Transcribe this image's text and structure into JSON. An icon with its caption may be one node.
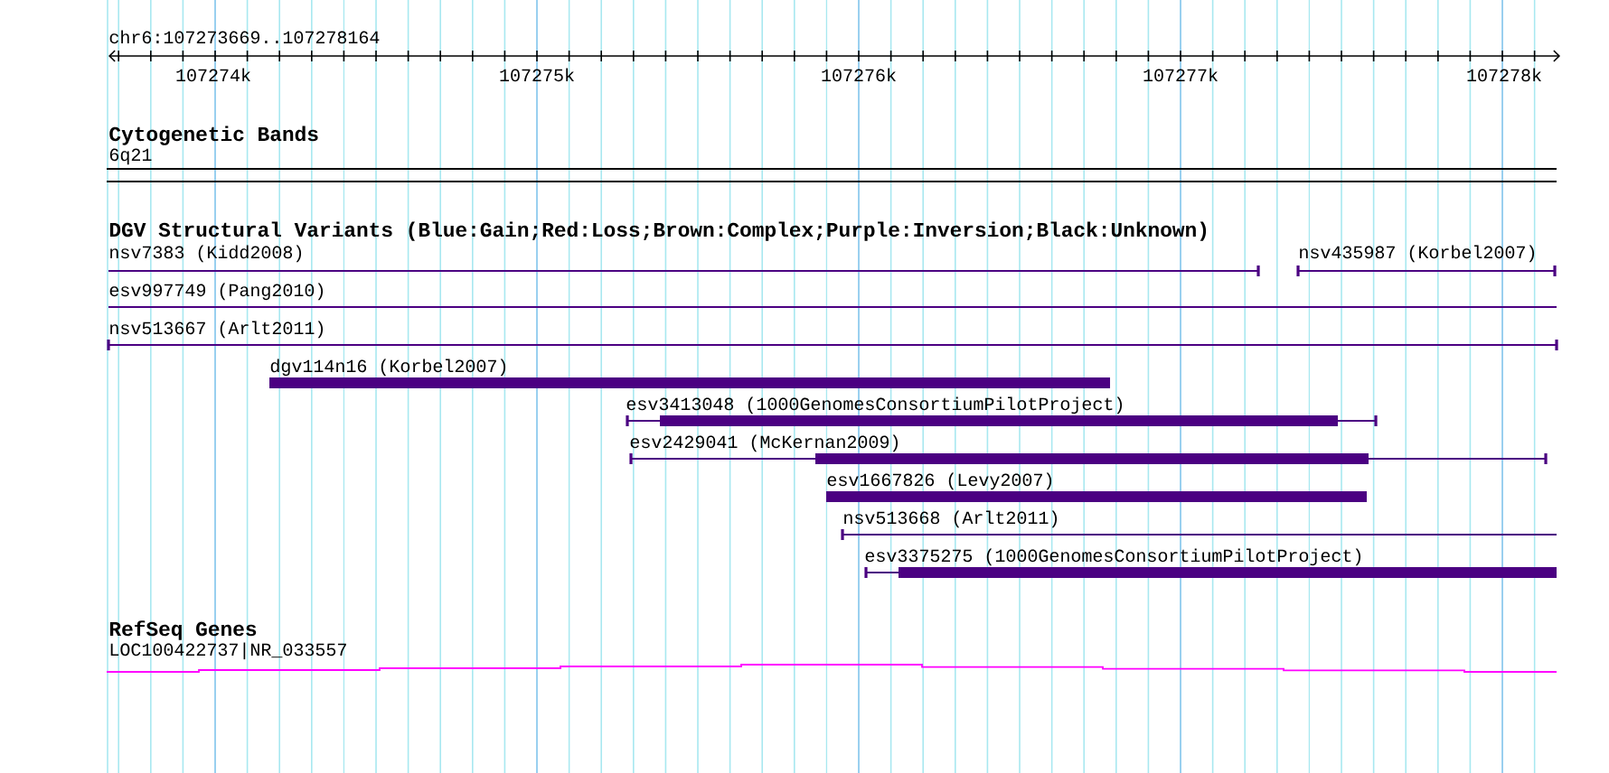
{
  "diagram": {
    "labels": [
      "chr6:107273669..107278164",
      "107274k",
      "107275k",
      "107276k",
      "107277k",
      "107278k",
      "Cytogenetic Bands",
      "6q21",
      "DGV Structural Variants (Blue:Gain;Red:Loss;Brown:Complex;Purple:Inversion;Black:Unknown)",
      "nsv7383 (Kidd2008)",
      "nsv435987 (Korbel2007)",
      "esv997749 (Pang2010)",
      "nsv513667 (Arlt2011)",
      "dgv114n16 (Korbel2007)",
      "esv3413048 (1000GenomesConsortiumPilotProject)",
      "esv2429041 (McKernan2009)",
      "esv1667826 (Levy2007)",
      "nsv513668 (Arlt2011)",
      "esv3375275 (1000GenomesConsortiumPilotProject)",
      "RefSeq Genes",
      "LOC100422737|NR_033557"
    ]
  }
}
